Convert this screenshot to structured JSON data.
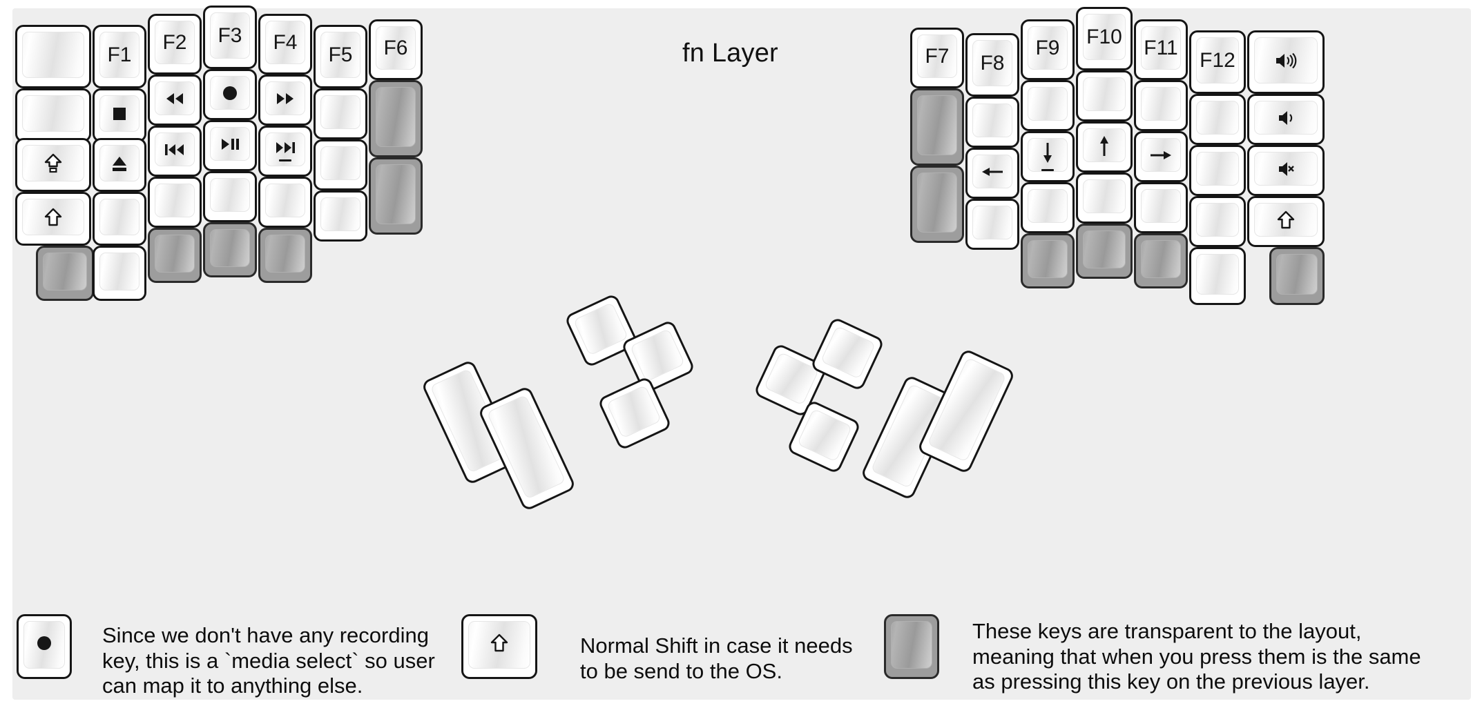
{
  "title": "fn Layer",
  "colors": {
    "background": "#eeeeee",
    "page": "#ffffff",
    "key_face": "#ffffff",
    "key_border": "#151515",
    "transparent_key": "#9d9d9d",
    "text": "#0d0d0d"
  },
  "left_half": {
    "name": "left-key-block",
    "columns": [
      {
        "name": "col-1",
        "keys": [
          {
            "name": "key-l1r1",
            "label": "",
            "icon": "",
            "style": "normal"
          },
          {
            "name": "key-l1r2",
            "label": "",
            "icon": "",
            "style": "normal"
          },
          {
            "name": "key-l1r3",
            "label": "",
            "icon": "caps-lock-icon",
            "style": "normal"
          },
          {
            "name": "key-l1r4",
            "label": "",
            "icon": "shift-icon",
            "style": "normal"
          },
          {
            "name": "key-l1r5",
            "label": "",
            "icon": "",
            "style": "transparent"
          }
        ]
      },
      {
        "name": "col-2",
        "keys": [
          {
            "name": "key-f1",
            "label": "F1",
            "icon": "",
            "style": "normal"
          },
          {
            "name": "key-media-stop",
            "label": "",
            "icon": "media-stop-icon",
            "style": "normal"
          },
          {
            "name": "key-media-eject",
            "label": "",
            "icon": "media-eject-icon",
            "style": "normal"
          },
          {
            "name": "key-l2r4",
            "label": "",
            "icon": "",
            "style": "normal"
          },
          {
            "name": "key-l2r5",
            "label": "",
            "icon": "",
            "style": "normal"
          }
        ]
      },
      {
        "name": "col-3",
        "keys": [
          {
            "name": "key-f2",
            "label": "F2",
            "icon": "",
            "style": "normal"
          },
          {
            "name": "key-media-rewind",
            "label": "",
            "icon": "media-rewind-icon",
            "style": "normal"
          },
          {
            "name": "key-media-prev-track",
            "label": "",
            "icon": "media-prev-track-icon",
            "style": "normal"
          },
          {
            "name": "key-l3r4",
            "label": "",
            "icon": "",
            "style": "normal"
          },
          {
            "name": "key-l3r5",
            "label": "",
            "icon": "",
            "style": "transparent"
          }
        ]
      },
      {
        "name": "col-4",
        "keys": [
          {
            "name": "key-f3",
            "label": "F3",
            "icon": "",
            "style": "normal"
          },
          {
            "name": "key-media-select",
            "label": "",
            "icon": "media-record-icon",
            "style": "normal"
          },
          {
            "name": "key-media-play-pause",
            "label": "",
            "icon": "media-play-pause-icon",
            "style": "normal"
          },
          {
            "name": "key-l4r4",
            "label": "",
            "icon": "",
            "style": "normal"
          },
          {
            "name": "key-l4r5",
            "label": "",
            "icon": "",
            "style": "transparent"
          }
        ]
      },
      {
        "name": "col-5",
        "keys": [
          {
            "name": "key-f4",
            "label": "F4",
            "icon": "",
            "style": "normal"
          },
          {
            "name": "key-media-fast-forward",
            "label": "",
            "icon": "media-fast-forward-icon",
            "style": "normal"
          },
          {
            "name": "key-media-next-track",
            "label": "",
            "icon": "media-next-track-icon",
            "style": "normal",
            "homing": true
          },
          {
            "name": "key-l5r4",
            "label": "",
            "icon": "",
            "style": "normal"
          },
          {
            "name": "key-l5r5",
            "label": "",
            "icon": "",
            "style": "transparent"
          }
        ]
      },
      {
        "name": "col-6",
        "keys": [
          {
            "name": "key-f5",
            "label": "F5",
            "icon": "",
            "style": "normal"
          },
          {
            "name": "key-l6r2",
            "label": "",
            "icon": "",
            "style": "normal"
          },
          {
            "name": "key-l6r3",
            "label": "",
            "icon": "",
            "style": "normal"
          },
          {
            "name": "key-l6r4",
            "label": "",
            "icon": "",
            "style": "normal"
          }
        ]
      },
      {
        "name": "col-7",
        "keys": [
          {
            "name": "key-f6",
            "label": "F6",
            "icon": "",
            "style": "normal"
          },
          {
            "name": "key-l7r2-tall",
            "label": "",
            "icon": "",
            "style": "transparent"
          },
          {
            "name": "key-l7r3-tall",
            "label": "",
            "icon": "",
            "style": "transparent"
          }
        ]
      }
    ]
  },
  "right_half": {
    "name": "right-key-block",
    "columns": [
      {
        "name": "col-1",
        "keys": [
          {
            "name": "key-f7",
            "label": "F7",
            "icon": "",
            "style": "normal"
          },
          {
            "name": "key-r1r2-tall",
            "label": "",
            "icon": "",
            "style": "transparent"
          },
          {
            "name": "key-r1r3-tall",
            "label": "",
            "icon": "",
            "style": "transparent"
          }
        ]
      },
      {
        "name": "col-2",
        "keys": [
          {
            "name": "key-f8",
            "label": "F8",
            "icon": "",
            "style": "normal"
          },
          {
            "name": "key-r2r2",
            "label": "",
            "icon": "",
            "style": "normal"
          },
          {
            "name": "key-arrow-left",
            "label": "",
            "icon": "arrow-left-icon",
            "style": "normal"
          },
          {
            "name": "key-r2r4",
            "label": "",
            "icon": "",
            "style": "normal"
          }
        ]
      },
      {
        "name": "col-3",
        "keys": [
          {
            "name": "key-f9",
            "label": "F9",
            "icon": "",
            "style": "normal"
          },
          {
            "name": "key-r3r2",
            "label": "",
            "icon": "",
            "style": "normal"
          },
          {
            "name": "key-arrow-down",
            "label": "",
            "icon": "arrow-down-icon",
            "style": "normal",
            "homing": true
          },
          {
            "name": "key-r3r4",
            "label": "",
            "icon": "",
            "style": "normal"
          },
          {
            "name": "key-r3r5",
            "label": "",
            "icon": "",
            "style": "transparent"
          }
        ]
      },
      {
        "name": "col-4",
        "keys": [
          {
            "name": "key-f10",
            "label": "F10",
            "icon": "",
            "style": "normal"
          },
          {
            "name": "key-r4r2",
            "label": "",
            "icon": "",
            "style": "normal"
          },
          {
            "name": "key-arrow-up",
            "label": "",
            "icon": "arrow-up-icon",
            "style": "normal"
          },
          {
            "name": "key-r4r4",
            "label": "",
            "icon": "",
            "style": "normal"
          },
          {
            "name": "key-r4r5",
            "label": "",
            "icon": "",
            "style": "transparent"
          }
        ]
      },
      {
        "name": "col-5",
        "keys": [
          {
            "name": "key-f11",
            "label": "F11",
            "icon": "",
            "style": "normal"
          },
          {
            "name": "key-r5r2",
            "label": "",
            "icon": "",
            "style": "normal"
          },
          {
            "name": "key-arrow-right",
            "label": "",
            "icon": "arrow-right-icon",
            "style": "normal"
          },
          {
            "name": "key-r5r4",
            "label": "",
            "icon": "",
            "style": "normal"
          },
          {
            "name": "key-r5r5",
            "label": "",
            "icon": "",
            "style": "transparent"
          }
        ]
      },
      {
        "name": "col-6",
        "keys": [
          {
            "name": "key-f12",
            "label": "F12",
            "icon": "",
            "style": "normal"
          },
          {
            "name": "key-r6r2",
            "label": "",
            "icon": "",
            "style": "normal"
          },
          {
            "name": "key-r6r3",
            "label": "",
            "icon": "",
            "style": "normal"
          },
          {
            "name": "key-r6r4",
            "label": "",
            "icon": "",
            "style": "normal"
          },
          {
            "name": "key-r6r5",
            "label": "",
            "icon": "",
            "style": "normal"
          }
        ]
      },
      {
        "name": "col-7",
        "keys": [
          {
            "name": "key-volume-up",
            "label": "",
            "icon": "volume-up-icon",
            "style": "normal"
          },
          {
            "name": "key-volume-down",
            "label": "",
            "icon": "volume-down-icon",
            "style": "normal"
          },
          {
            "name": "key-volume-mute",
            "label": "",
            "icon": "volume-mute-icon",
            "style": "normal"
          },
          {
            "name": "key-shift-right",
            "label": "",
            "icon": "shift-icon",
            "style": "normal"
          },
          {
            "name": "key-r7r5",
            "label": "",
            "icon": "",
            "style": "transparent"
          }
        ]
      }
    ]
  },
  "left_thumb_cluster": {
    "name": "left-thumb-cluster",
    "keys": [
      {
        "name": "thumb-l-1",
        "label": "",
        "style": "normal"
      },
      {
        "name": "thumb-l-2",
        "label": "",
        "style": "normal"
      },
      {
        "name": "thumb-l-3",
        "label": "",
        "style": "normal"
      },
      {
        "name": "thumb-l-4",
        "label": "",
        "style": "normal"
      },
      {
        "name": "thumb-l-5",
        "label": "",
        "style": "normal"
      }
    ]
  },
  "right_thumb_cluster": {
    "name": "right-thumb-cluster",
    "keys": [
      {
        "name": "thumb-r-1",
        "label": "",
        "style": "normal"
      },
      {
        "name": "thumb-r-2",
        "label": "",
        "style": "normal"
      },
      {
        "name": "thumb-r-3",
        "label": "",
        "style": "normal"
      },
      {
        "name": "thumb-r-4",
        "label": "",
        "style": "normal"
      },
      {
        "name": "thumb-r-5",
        "label": "",
        "style": "normal"
      }
    ]
  },
  "legend": [
    {
      "name": "legend-media-select",
      "icon": "media-record-icon",
      "key_style": "normal",
      "text": "Since we don't have any recording\nkey, this is a `media select` so user\ncan map it to anything else."
    },
    {
      "name": "legend-normal-shift",
      "icon": "shift-icon",
      "key_style": "normal",
      "text": "Normal Shift in case it needs\nto be send to the OS."
    },
    {
      "name": "legend-transparent",
      "icon": "",
      "key_style": "transparent",
      "text": "These keys are transparent to the layout,\nmeaning that when you press them is the same\nas pressing this key on the previous layer."
    }
  ]
}
